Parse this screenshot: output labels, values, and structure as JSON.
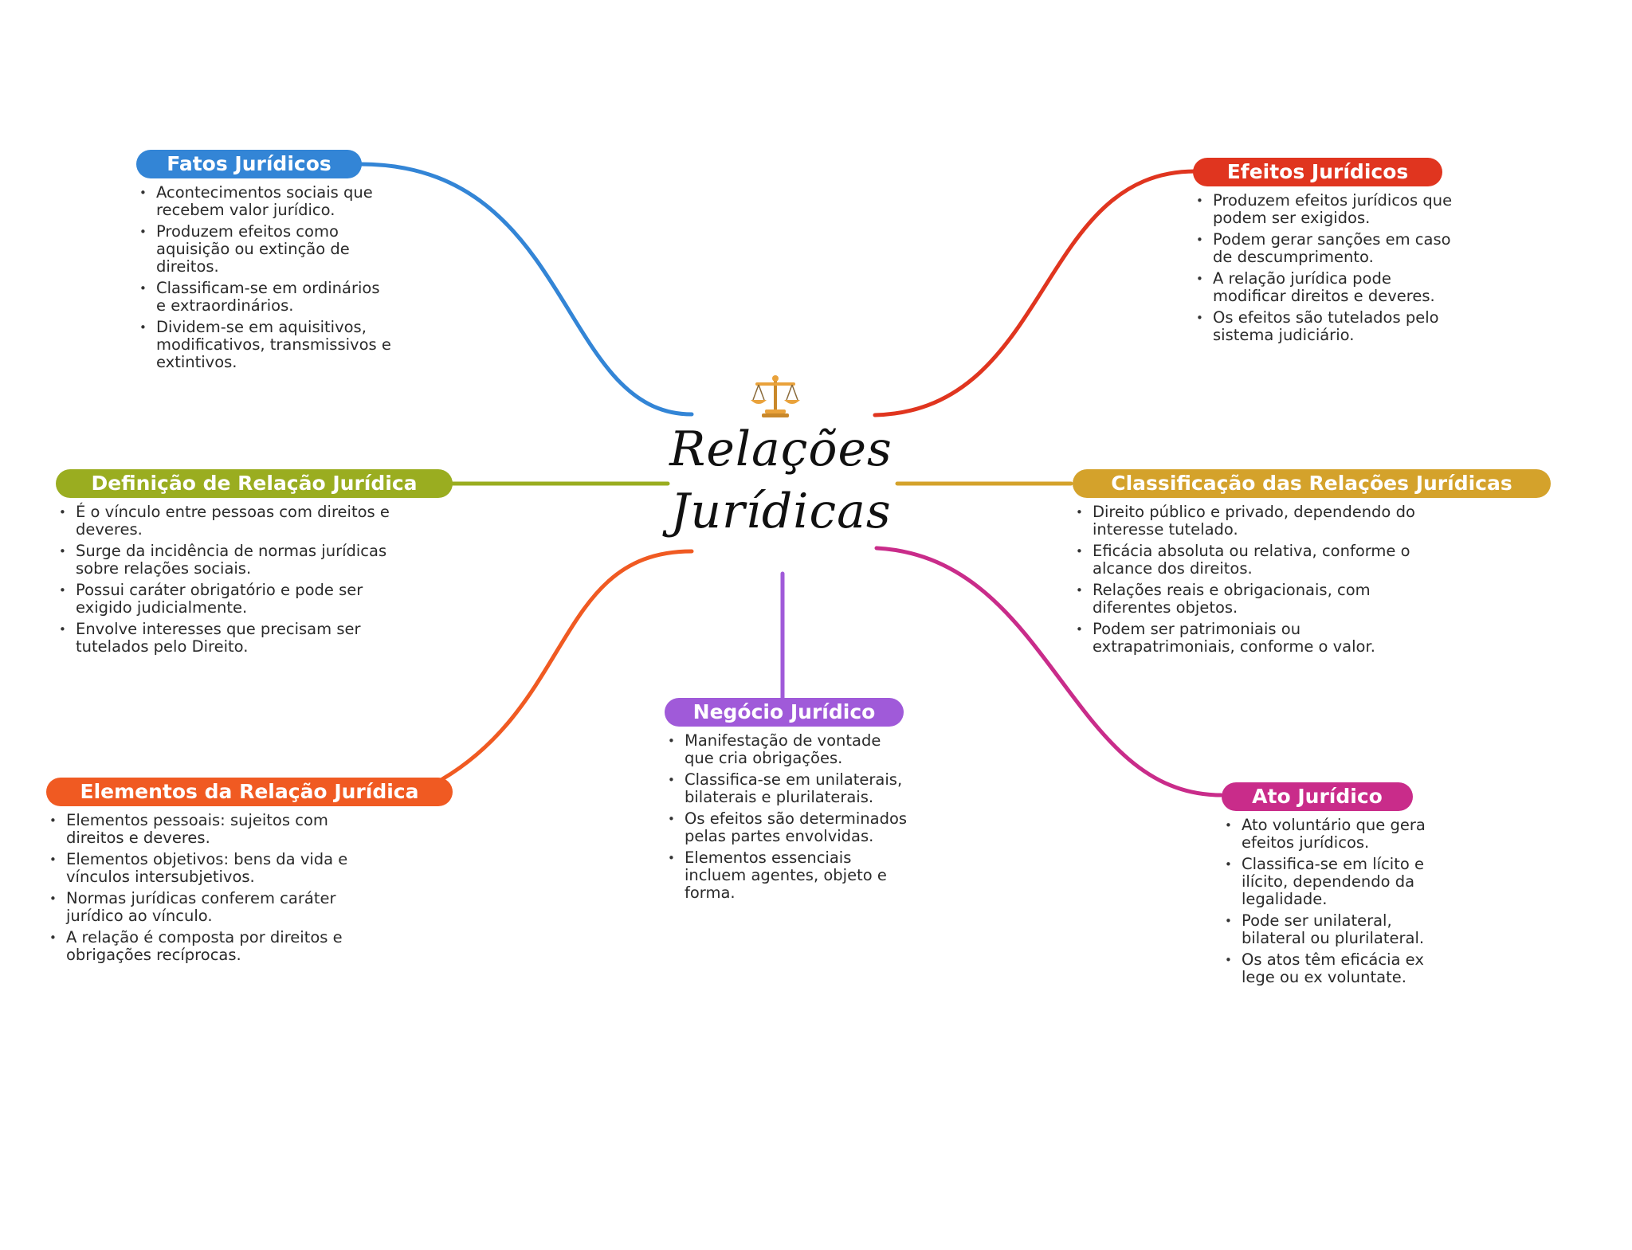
{
  "center": {
    "title_line1": "Relações",
    "title_line2": "Jurídicas",
    "icon": "scales-of-justice-icon"
  },
  "branches": [
    {
      "id": "fatos",
      "title": "Fatos Jurídicos",
      "color": "#3385D6",
      "items": [
        "Acontecimentos sociais que recebem valor jurídico.",
        "Produzem efeitos como aquisição ou extinção de direitos.",
        "Classificam-se em ordinários e extraordinários.",
        "Dividem-se em aquisitivos, modificativos, transmissivos e extintivos."
      ]
    },
    {
      "id": "definicao",
      "title": "Definição de Relação Jurídica",
      "color": "#9AAD20",
      "items": [
        "É o vínculo entre pessoas com direitos e deveres.",
        "Surge da incidência de normas jurídicas sobre relações sociais.",
        "Possui caráter obrigatório e pode ser exigido judicialmente.",
        "Envolve interesses que precisam ser tutelados pelo Direito."
      ]
    },
    {
      "id": "elementos",
      "title": "Elementos da Relação Jurídica",
      "color": "#F05A22",
      "items": [
        "Elementos pessoais: sujeitos com direitos e deveres.",
        "Elementos objetivos: bens da vida e vínculos intersubjetivos.",
        "Normas jurídicas conferem caráter jurídico ao vínculo.",
        "A relação é composta por direitos e obrigações recíprocas."
      ]
    },
    {
      "id": "negocio",
      "title": "Negócio Jurídico",
      "color": "#A05AD9",
      "items": [
        "Manifestação de vontade que cria obrigações.",
        "Classifica-se em unilaterais, bilaterais e plurilaterais.",
        "Os efeitos são determinados pelas partes envolvidas.",
        "Elementos essenciais incluem agentes, objeto e forma."
      ]
    },
    {
      "id": "efeitos",
      "title": "Efeitos Jurídicos",
      "color": "#E0351F",
      "items": [
        "Produzem efeitos jurídicos que podem ser exigidos.",
        "Podem gerar sanções em caso de descumprimento.",
        "A relação jurídica pode modificar direitos e deveres.",
        "Os efeitos são tutelados pelo sistema judiciário."
      ]
    },
    {
      "id": "classificacao",
      "title": "Classificação das Relações Jurídicas",
      "color": "#D4A22B",
      "items": [
        "Direito público e privado, dependendo do interesse tutelado.",
        "Eficácia absoluta ou relativa, conforme o alcance dos direitos.",
        "Relações reais e obrigacionais, com diferentes objetos.",
        "Podem ser patrimoniais ou extrapatrimoniais, conforme o valor."
      ]
    },
    {
      "id": "ato",
      "title": "Ato Jurídico",
      "color": "#C92C8A",
      "items": [
        "Ato voluntário que gera efeitos jurídicos.",
        "Classifica-se em lícito e ilícito, dependendo da legalidade.",
        "Pode ser unilateral, bilateral ou plurilateral.",
        "Os atos têm eficácia ex lege ou ex voluntate."
      ]
    }
  ]
}
